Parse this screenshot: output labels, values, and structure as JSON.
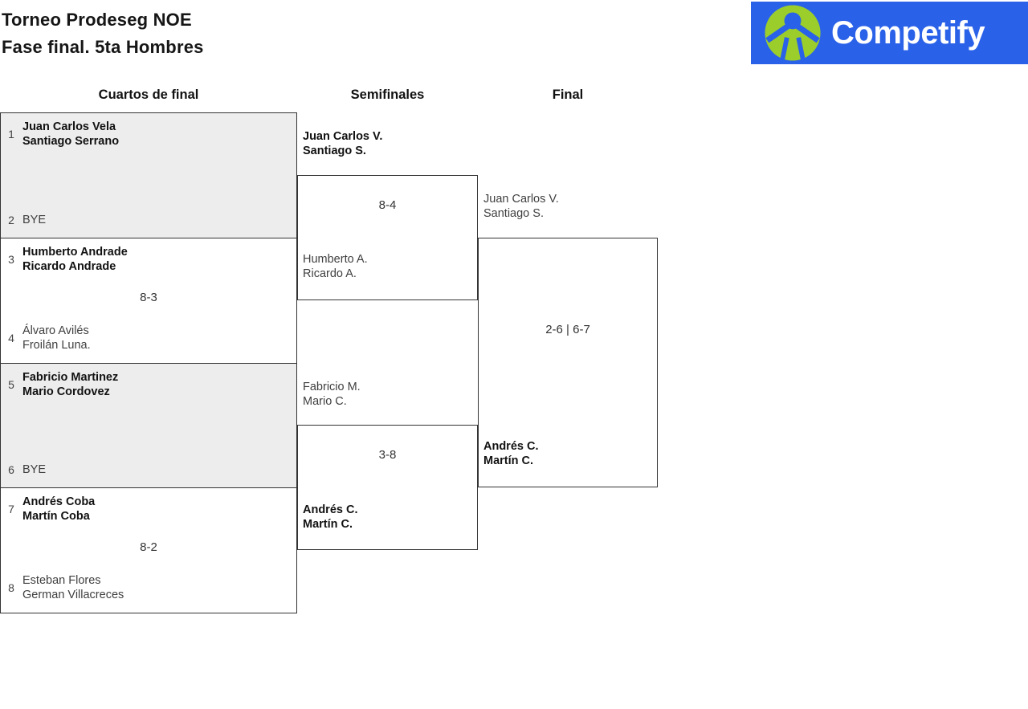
{
  "title": {
    "line1": "Torneo Prodeseg NOE",
    "line2": "Fase final. 5ta Hombres"
  },
  "logo": {
    "text": "Competify",
    "icon": "competify-person-circle-icon",
    "bg_color": "#2A61E9",
    "icon_color": "#9BCE2B",
    "text_color": "#FFFFFF"
  },
  "round_headers": {
    "quarterfinals": "Cuartos de final",
    "semifinals": "Semifinales",
    "final": "Final"
  },
  "colors": {
    "bye_box_fill": "#EDEDED",
    "box_border": "#333333",
    "winner_text": "#121212",
    "regular_text": "#3f3f3f"
  },
  "bracket": {
    "quarterfinals": [
      {
        "score": "",
        "top": {
          "seed": "1",
          "players": [
            "Juan Carlos Vela",
            "Santiago Serrano"
          ],
          "winner": true
        },
        "bottom": {
          "seed": "2",
          "players": [
            "BYE"
          ],
          "winner": false
        }
      },
      {
        "score": "8-3",
        "top": {
          "seed": "3",
          "players": [
            "Humberto Andrade",
            "Ricardo Andrade"
          ],
          "winner": true
        },
        "bottom": {
          "seed": "4",
          "players": [
            "Álvaro Avilés",
            "Froilán Luna."
          ],
          "winner": false
        }
      },
      {
        "score": "",
        "top": {
          "seed": "5",
          "players": [
            "Fabricio Martinez",
            "Mario Cordovez"
          ],
          "winner": true
        },
        "bottom": {
          "seed": "6",
          "players": [
            "BYE"
          ],
          "winner": false
        }
      },
      {
        "score": "8-2",
        "top": {
          "seed": "7",
          "players": [
            "Andrés Coba",
            "Martín Coba"
          ],
          "winner": true
        },
        "bottom": {
          "seed": "8",
          "players": [
            "Esteban Flores",
            "German Villacreces"
          ],
          "winner": false
        }
      }
    ],
    "semifinals": [
      {
        "score": "8-4",
        "top": {
          "players": [
            "Juan Carlos V.",
            "Santiago S."
          ],
          "winner": true
        },
        "bottom": {
          "players": [
            "Humberto A.",
            "Ricardo A."
          ],
          "winner": false
        }
      },
      {
        "score": "3-8",
        "top": {
          "players": [
            "Fabricio M.",
            "Mario C."
          ],
          "winner": false
        },
        "bottom": {
          "players": [
            "Andrés C.",
            "Martín C."
          ],
          "winner": true
        }
      }
    ],
    "final": {
      "score": "2-6 | 6-7",
      "top": {
        "players": [
          "Juan Carlos V.",
          "Santiago S."
        ],
        "winner": false
      },
      "bottom": {
        "players": [
          "Andrés C.",
          "Martín C."
        ],
        "winner": true
      }
    }
  }
}
